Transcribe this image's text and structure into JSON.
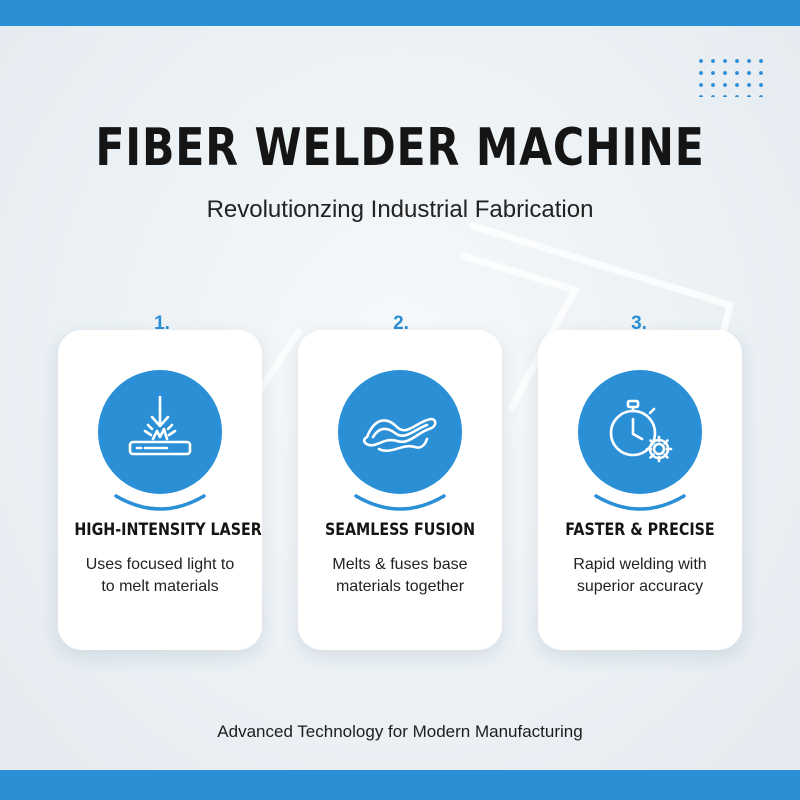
{
  "header": {
    "title": "FIBER WELDER MACHINE",
    "subtitle": "Revolutionzing Industrial Fabrication"
  },
  "colors": {
    "accent": "#2b8fd6",
    "background": "#eef2f5",
    "card": "#ffffff",
    "text": "#151515"
  },
  "features": [
    {
      "number": "1.",
      "title": "HIGH-INTENSITY LASER",
      "desc_line1": "Uses focused light to",
      "desc_line2": "to melt materials",
      "icon": "laser-beam-icon"
    },
    {
      "number": "2.",
      "title": "SEAMLESS FUSION",
      "desc_line1": "Melts & fuses base",
      "desc_line2": "materials together",
      "icon": "fusion-wave-icon"
    },
    {
      "number": "3.",
      "title": "FASTER & PRECISE",
      "desc_line1": "Rapid welding with",
      "desc_line2": "superior accuracy",
      "icon": "stopwatch-gear-icon"
    }
  ],
  "footer": {
    "text": "Advanced Technology for Modern Manufacturing"
  }
}
